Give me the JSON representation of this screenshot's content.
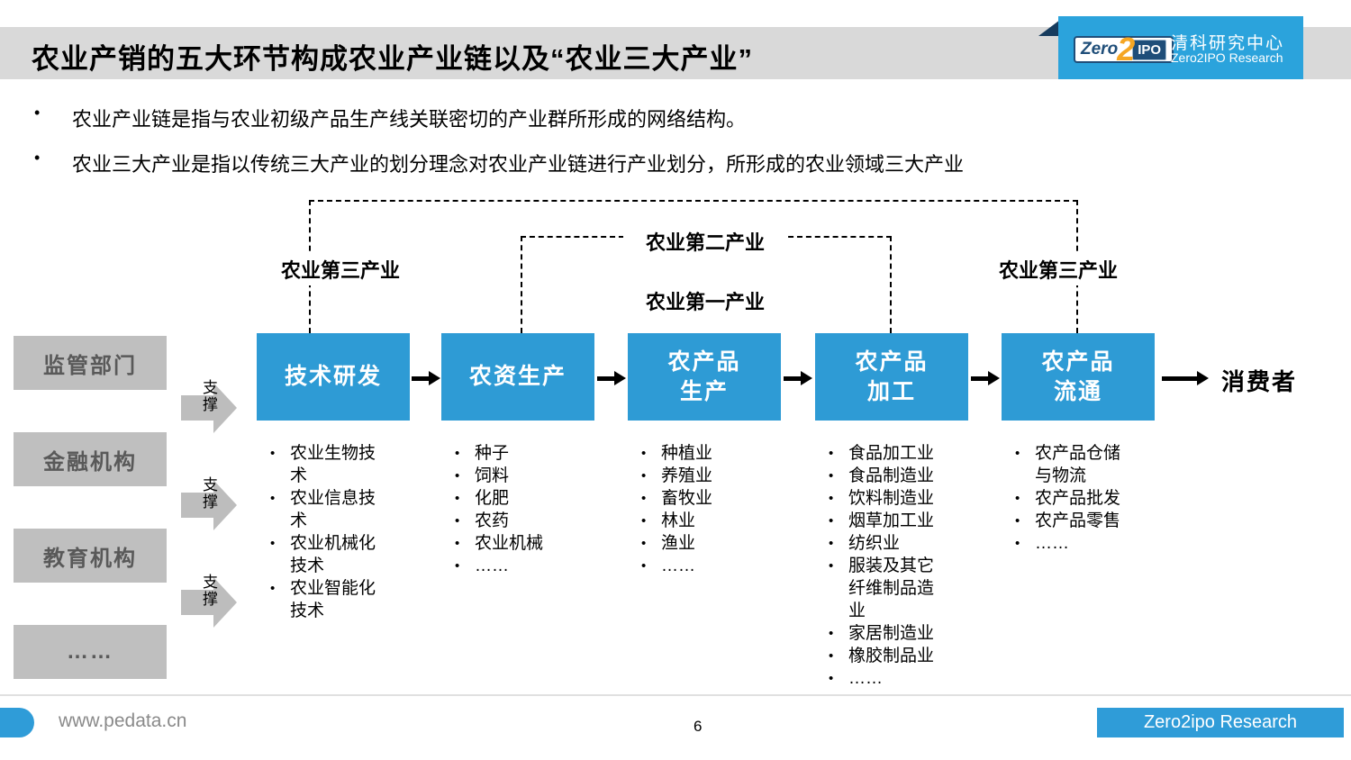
{
  "header": {
    "title": "农业产销的五大环节构成农业产业链以及“农业三大产业”",
    "logo": {
      "zero": "Zero",
      "two": "2",
      "ipo": "IPO",
      "cn_name": "清科研究中心",
      "en_name": "Zero2IPO Research"
    }
  },
  "intro_bullets": [
    "农业产业链是指与农业初级产品生产线关联密切的产业群所形成的网络结构。",
    "农业三大产业是指以传统三大产业的划分理念对农业产业链进行产业划分，所形成的农业领域三大产业"
  ],
  "industry_labels": {
    "third_left": "农业第三产业",
    "second": "农业第二产业",
    "first": "农业第一产业",
    "third_right": "农业第三产业"
  },
  "support_label": "支撑",
  "left_boxes": [
    "监管部门",
    "金融机构",
    "教育机构",
    "……"
  ],
  "chain": [
    {
      "title": "技术研发",
      "items": [
        "农业生物技术",
        "农业信息技术",
        "农业机械化技术",
        "农业智能化技术"
      ]
    },
    {
      "title": "农资生产",
      "items": [
        "种子",
        "饲料",
        "化肥",
        "农药",
        "农业机械",
        "……"
      ]
    },
    {
      "title": "农产品\n生产",
      "items": [
        "种植业",
        "养殖业",
        "畜牧业",
        "林业",
        "渔业",
        "……"
      ]
    },
    {
      "title": "农产品\n加工",
      "items": [
        "食品加工业",
        "食品制造业",
        "饮料制造业",
        "烟草加工业",
        "纺织业",
        "服装及其它纤维制品造业",
        "家居制造业",
        "橡胶制品业",
        "……"
      ]
    },
    {
      "title": "农产品\n流通",
      "items": [
        "农产品仓储与物流",
        "农产品批发",
        "农产品零售",
        "……"
      ]
    }
  ],
  "consumer": "消费者",
  "footer": {
    "url": "www.pedata.cn",
    "page": "6",
    "brand": "Zero2ipo Research"
  },
  "colors": {
    "process_blue": "#2e9bd5",
    "logo_blue": "#2ba3dc",
    "footer_blue": "#2f9cd8",
    "titlebar_gray": "#d9d9d9",
    "side_box_gray": "#bfbfbf",
    "side_text_gray": "#595959"
  }
}
